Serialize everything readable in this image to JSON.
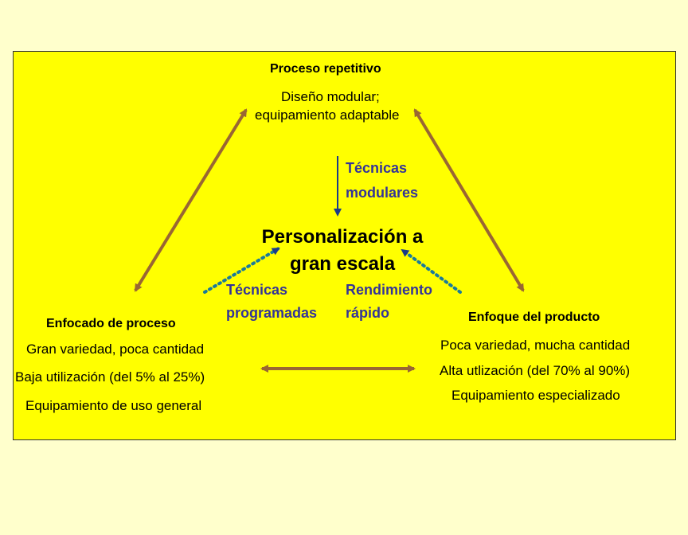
{
  "top_node": {
    "title": "Proceso repetitivo",
    "line1": "Diseño modular;",
    "line2": "equipamiento adaptable"
  },
  "center": {
    "line1": "Personalización a",
    "line2": "gran escala"
  },
  "technique_modular": {
    "line1": "Técnicas",
    "line2": "modulares"
  },
  "technique_programmed": {
    "line1": "Técnicas",
    "line2": "programadas"
  },
  "technique_fast": {
    "line1": "Rendimiento",
    "line2": "rápido"
  },
  "left_node": {
    "title": "Enfocado de proceso",
    "line1": "Gran variedad, poca cantidad",
    "line2": "Baja utilización (del 5% al 25%)",
    "line3": "Equipamiento de uso general"
  },
  "right_node": {
    "title": "Enfoque del producto",
    "line1": "Poca variedad, mucha cantidad",
    "line2": "Alta utlización (del 70% al 90%)",
    "line3": "Equipamiento especializado"
  },
  "colors": {
    "background": "#FFFFCC",
    "panel": "#FFFF00",
    "brown_arrow": "#996633",
    "blue_text": "#333399",
    "dotted_arrow": "#1A7A9A"
  }
}
